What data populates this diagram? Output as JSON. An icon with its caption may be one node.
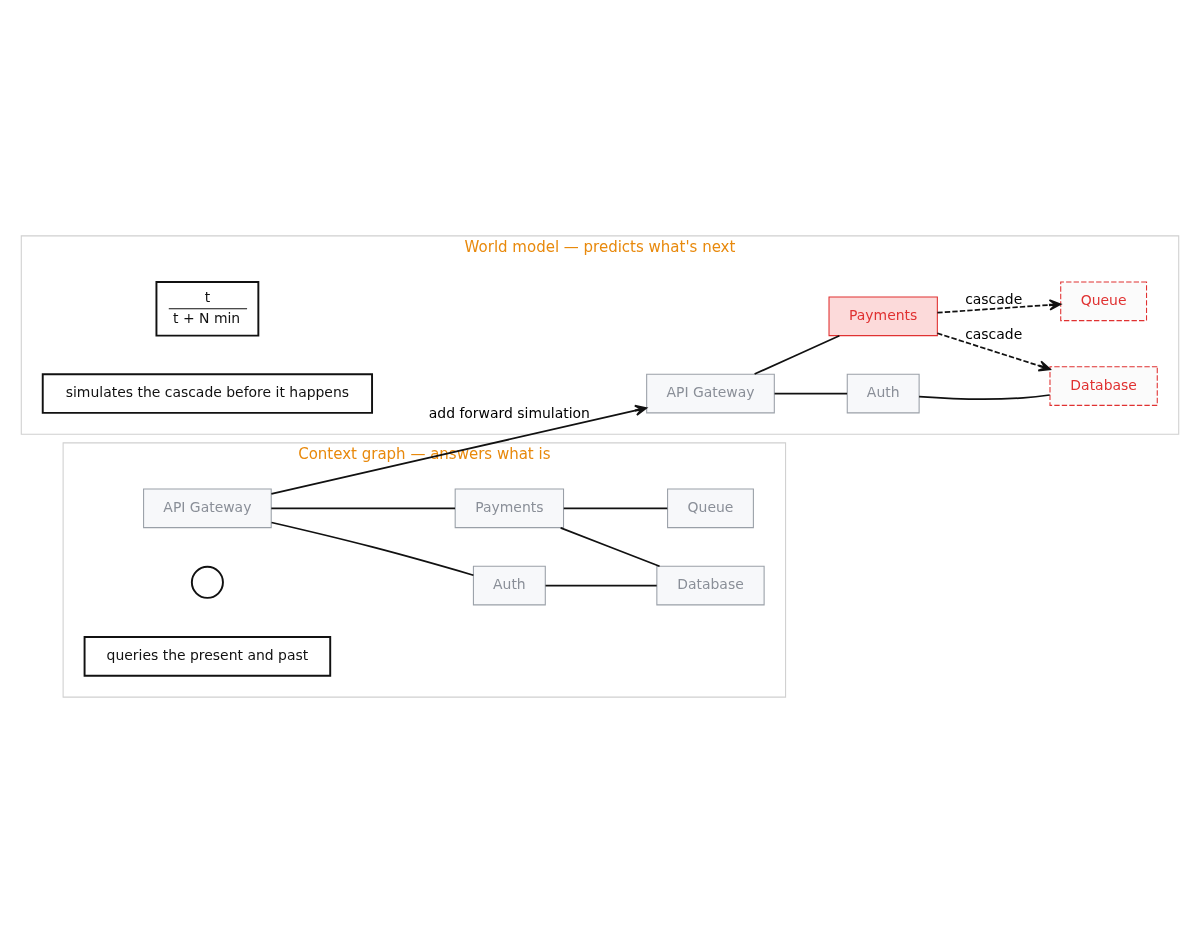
{
  "diagram": {
    "nodes": [
      {
        "text": [
          "World model — predicts what's next"
        ]
      },
      {
        "text": [
          "API Gateway"
        ],
        "in": 0
      },
      {
        "text": [
          "Auth"
        ],
        "in": 0
      },
      {
        "text": [
          "Database"
        ],
        "in": 0
      },
      {
        "text": [
          "Payments"
        ],
        "in": 0
      },
      {
        "text": [
          "Queue"
        ],
        "in": 0
      },
      {
        "text": [
          "t",
          "t + N min"
        ],
        "in": 0
      },
      {
        "text": [
          "simulates the cascade before it happens"
        ],
        "in": 0
      },
      {
        "text": [
          "Context graph — answers what is"
        ]
      },
      {
        "text": [
          "API Gateway"
        ],
        "in": 8
      },
      {
        "text": [
          "Auth"
        ],
        "in": 8
      },
      {
        "text": [
          "Database"
        ],
        "in": 8
      },
      {
        "text": [
          "Payments"
        ],
        "in": 8
      },
      {
        "text": [
          "Queue"
        ],
        "in": 8
      },
      {
        "text": [],
        "shape": "circle",
        "in": 8
      },
      {
        "text": [
          "queries the present and past"
        ],
        "in": 8
      }
    ],
    "edges": [
      {
        "from": 1,
        "to": 2,
        "arrow": "none"
      },
      {
        "from": 2,
        "to": 3,
        "arrow": "none"
      },
      {
        "from": 1,
        "to": 4,
        "arrow": "none"
      },
      {
        "from": 4,
        "to": 3,
        "arrow": "to",
        "label": "cascade",
        "style": "dashed"
      },
      {
        "from": 4,
        "to": 5,
        "arrow": "to",
        "label": "cascade",
        "style": "dashed"
      },
      {
        "from": 9,
        "to": 10,
        "arrow": "none"
      },
      {
        "from": 10,
        "to": 11,
        "arrow": "none"
      },
      {
        "from": 9,
        "to": 12,
        "arrow": "none"
      },
      {
        "from": 12,
        "to": 11,
        "arrow": "none"
      },
      {
        "from": 12,
        "to": 13,
        "arrow": "none"
      },
      {
        "from": 9,
        "to": 1,
        "arrow": "to",
        "label": "add forward simulation"
      }
    ]
  }
}
